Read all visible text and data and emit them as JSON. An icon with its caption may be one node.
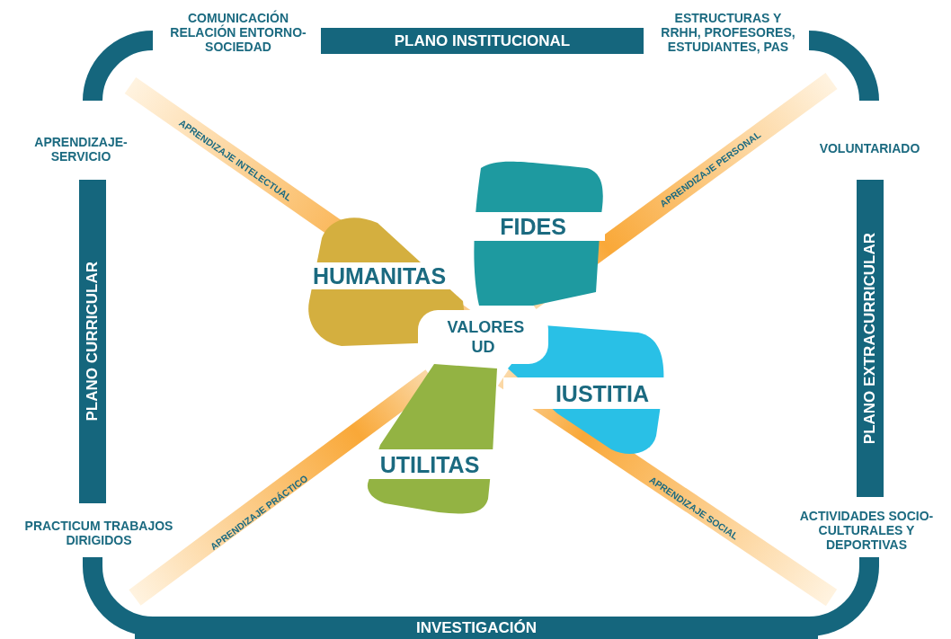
{
  "diagram": {
    "nodes": [
      {
        "text": [
          "PLANO INSTITUCIONAL"
        ]
      },
      {
        "text": [
          "PLANO CURRICULAR"
        ]
      },
      {
        "text": [
          "FIDES"
        ]
      },
      {
        "text": [
          "HUMANITAS"
        ]
      },
      {
        "text": [
          "PLANO EXTRACURRICULAR"
        ]
      },
      {
        "text": [
          "VALORES UD"
        ]
      },
      {
        "text": [
          "IUSTITIA"
        ]
      },
      {
        "text": [
          "UTILITAS"
        ]
      },
      {
        "text": [
          "INVESTIGACIÓN"
        ]
      }
    ],
    "labels": [
      "COMUNICACIÓN RELACIÓN ENTORNO- SOCIEDAD",
      "ESTRUCTURAS Y RRHH, PROFESORES, ESTUDIANTES, PAS",
      "APRENDIZAJE- SERVICIO",
      "VOLUNTARIADO",
      "APRENDIZAJE INTELECTUAL",
      "APRENDIZAJE PERSONAL",
      "PRACTICUM TRABAJOS DIRIGIDOS",
      "ACTIVIDADES SOCIO- CULTURALES Y DEPORTIVAS",
      "APRENDIZAJE PRÁCTICO",
      "APRENDIZAJE SOCIAL"
    ]
  }
}
